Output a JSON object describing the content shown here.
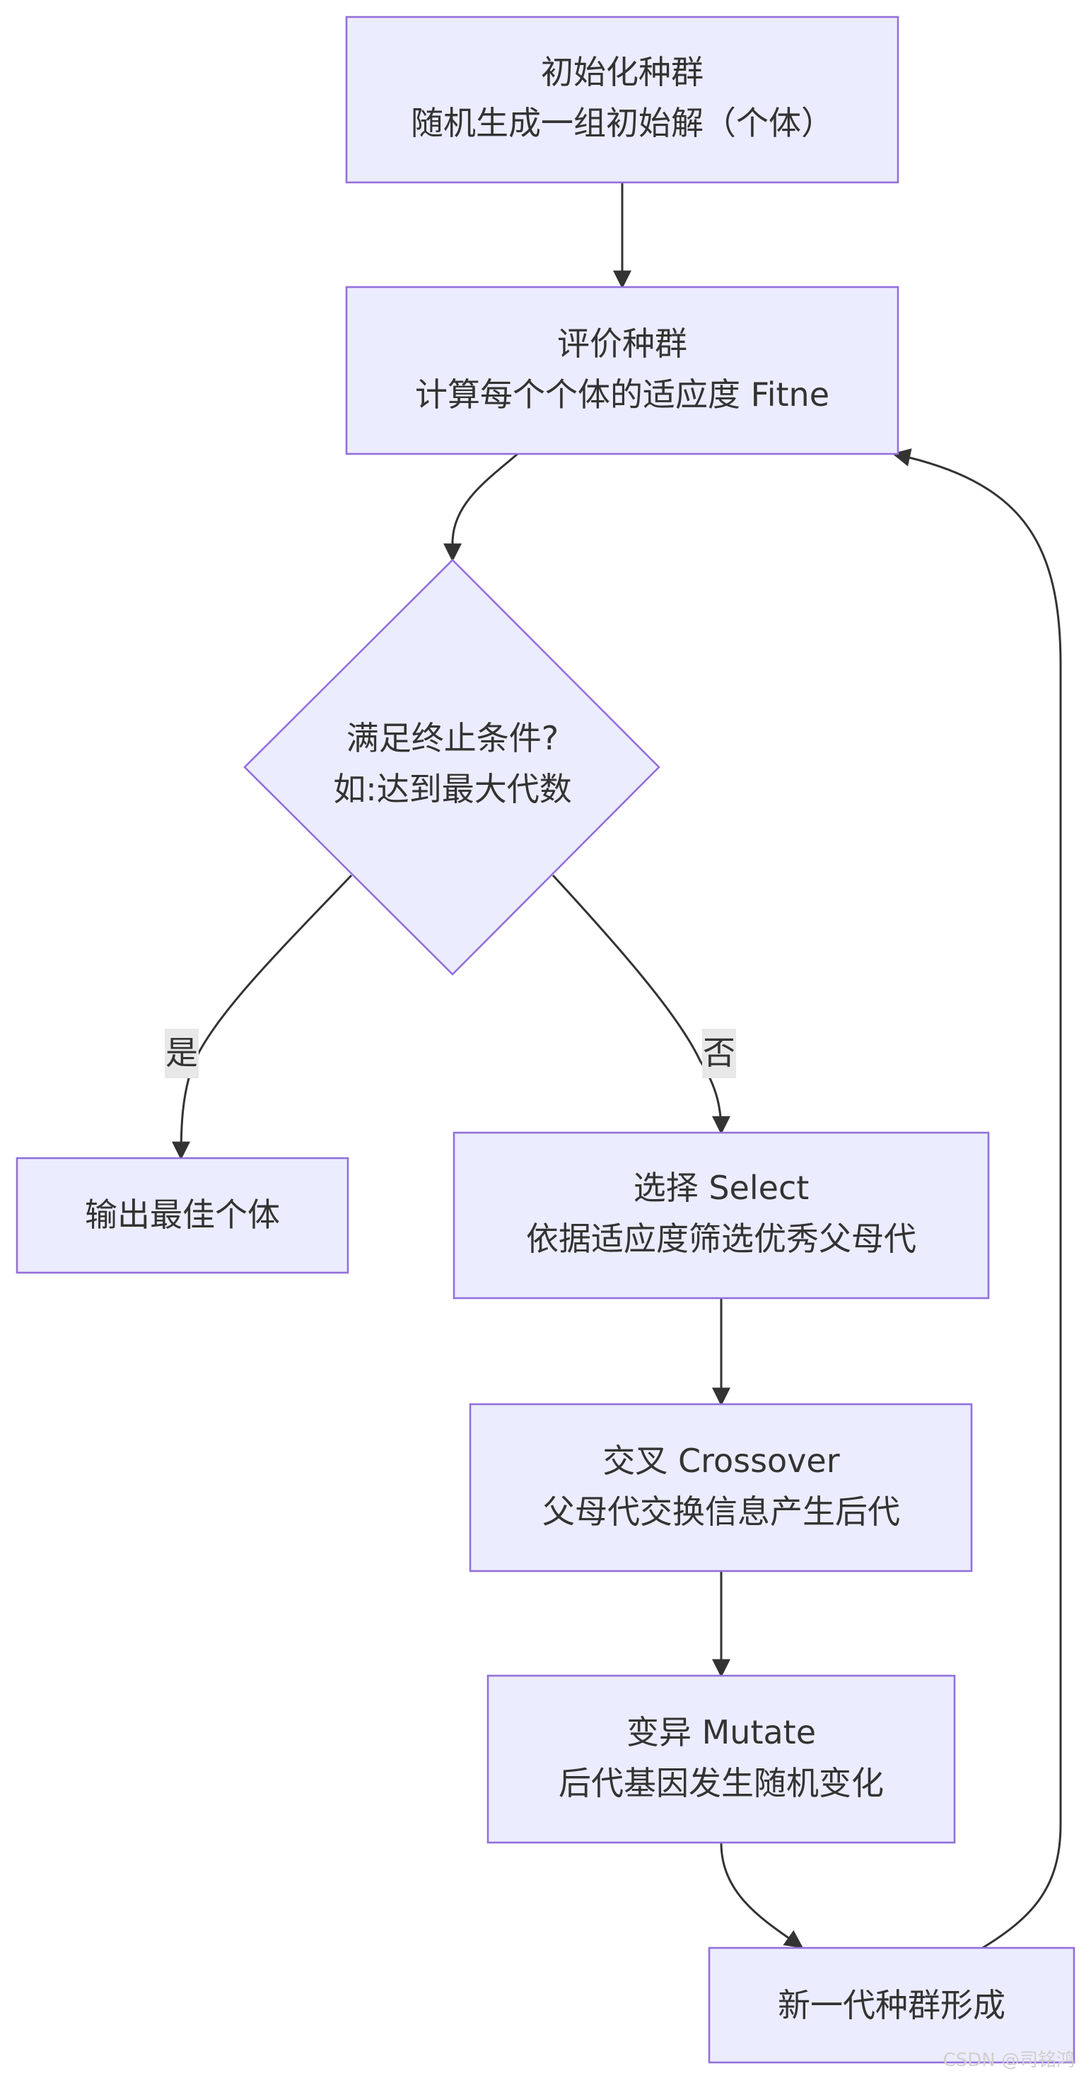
{
  "nodes": {
    "init": {
      "line1": "初始化种群",
      "line2": "随机生成一组初始解（个体）"
    },
    "evaluate": {
      "line1": "评价种群",
      "line2": "计算每个个体的适应度 Fitne"
    },
    "decision": {
      "line1": "满足终止条件?",
      "line2": "如:达到最大代数"
    },
    "output": {
      "line1": "输出最佳个体"
    },
    "select": {
      "line1": "选择 Select",
      "line2": "依据适应度筛选优秀父母代"
    },
    "crossover": {
      "line1": "交叉 Crossover",
      "line2": "父母代交换信息产生后代"
    },
    "mutate": {
      "line1": "变异 Mutate",
      "line2": "后代基因发生随机变化"
    },
    "newgen": {
      "line1": "新一代种群形成"
    }
  },
  "edges": {
    "yes_label": "是",
    "no_label": "否"
  },
  "watermark": "CSDN @司铭鸿",
  "colors": {
    "node_fill": "#ececff",
    "node_stroke": "#9370db",
    "edge": "#333333",
    "text": "#333333"
  }
}
